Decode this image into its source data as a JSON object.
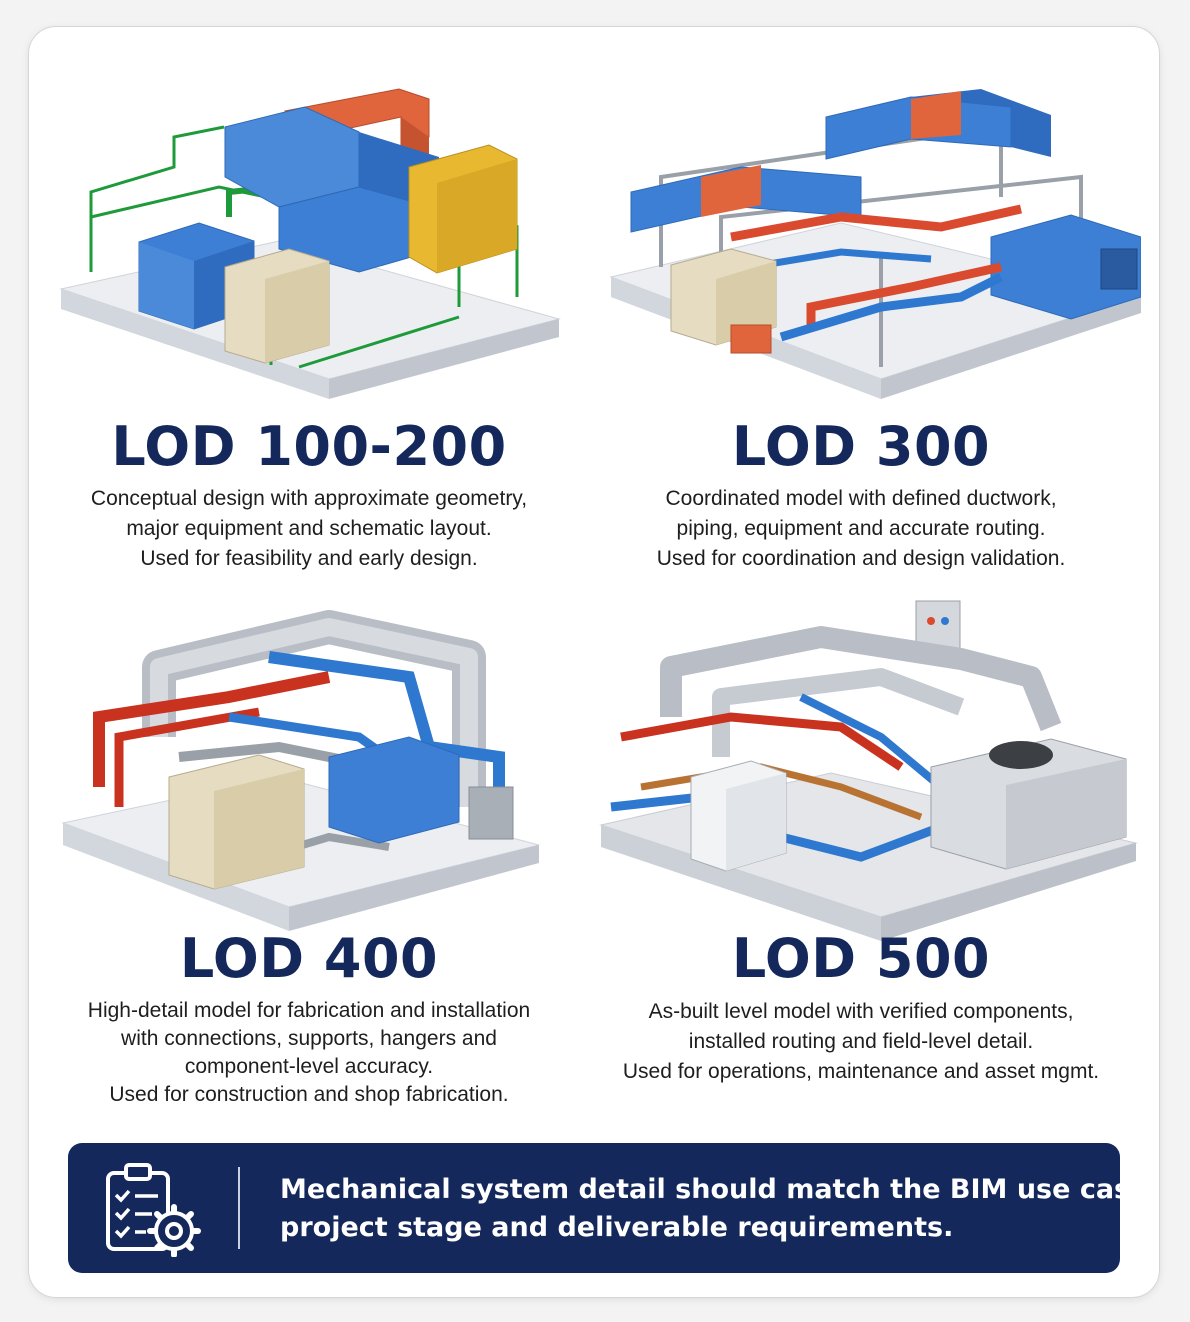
{
  "quadrants": [
    {
      "title": "LOD 100-200",
      "lines": [
        "Conceptual design with approximate geometry,",
        "major equipment and schematic layout.",
        "Used for feasibility and early design."
      ],
      "illustration": "conceptual-mechanical-system-illustration"
    },
    {
      "title": "LOD 300",
      "lines": [
        "Coordinated model with defined ductwork,",
        "piping, equipment and accurate routing.",
        "Used for coordination and design validation."
      ],
      "illustration": "coordinated-ductwork-piping-illustration"
    },
    {
      "title": "LOD 400",
      "lines": [
        "High-detail model for fabrication and installation",
        "with connections, supports, hangers and",
        "component-level accuracy.",
        "Used for construction and shop fabrication."
      ],
      "illustration": "fabrication-detail-piping-illustration"
    },
    {
      "title": "LOD 500",
      "lines": [
        "As-built level model with verified components,",
        "installed routing and field-level detail.",
        "Used for operations, maintenance and asset mgmt."
      ],
      "illustration": "as-built-mechanical-plant-illustration"
    }
  ],
  "banner": {
    "lines": [
      "Mechanical system detail should match the BIM use case,",
      "project stage and deliverable requirements."
    ],
    "icon": "clipboard-checklist-gear-icon"
  },
  "colors": {
    "title": "#14285c",
    "banner_bg": "#14285c",
    "duct_blue": "#3d7fd4",
    "duct_red": "#e0643c",
    "duct_yellow": "#e8b830",
    "pipe_green": "#1f9a3a",
    "equipment_beige": "#e6dcc2",
    "metal_gray": "#b9bec6"
  }
}
